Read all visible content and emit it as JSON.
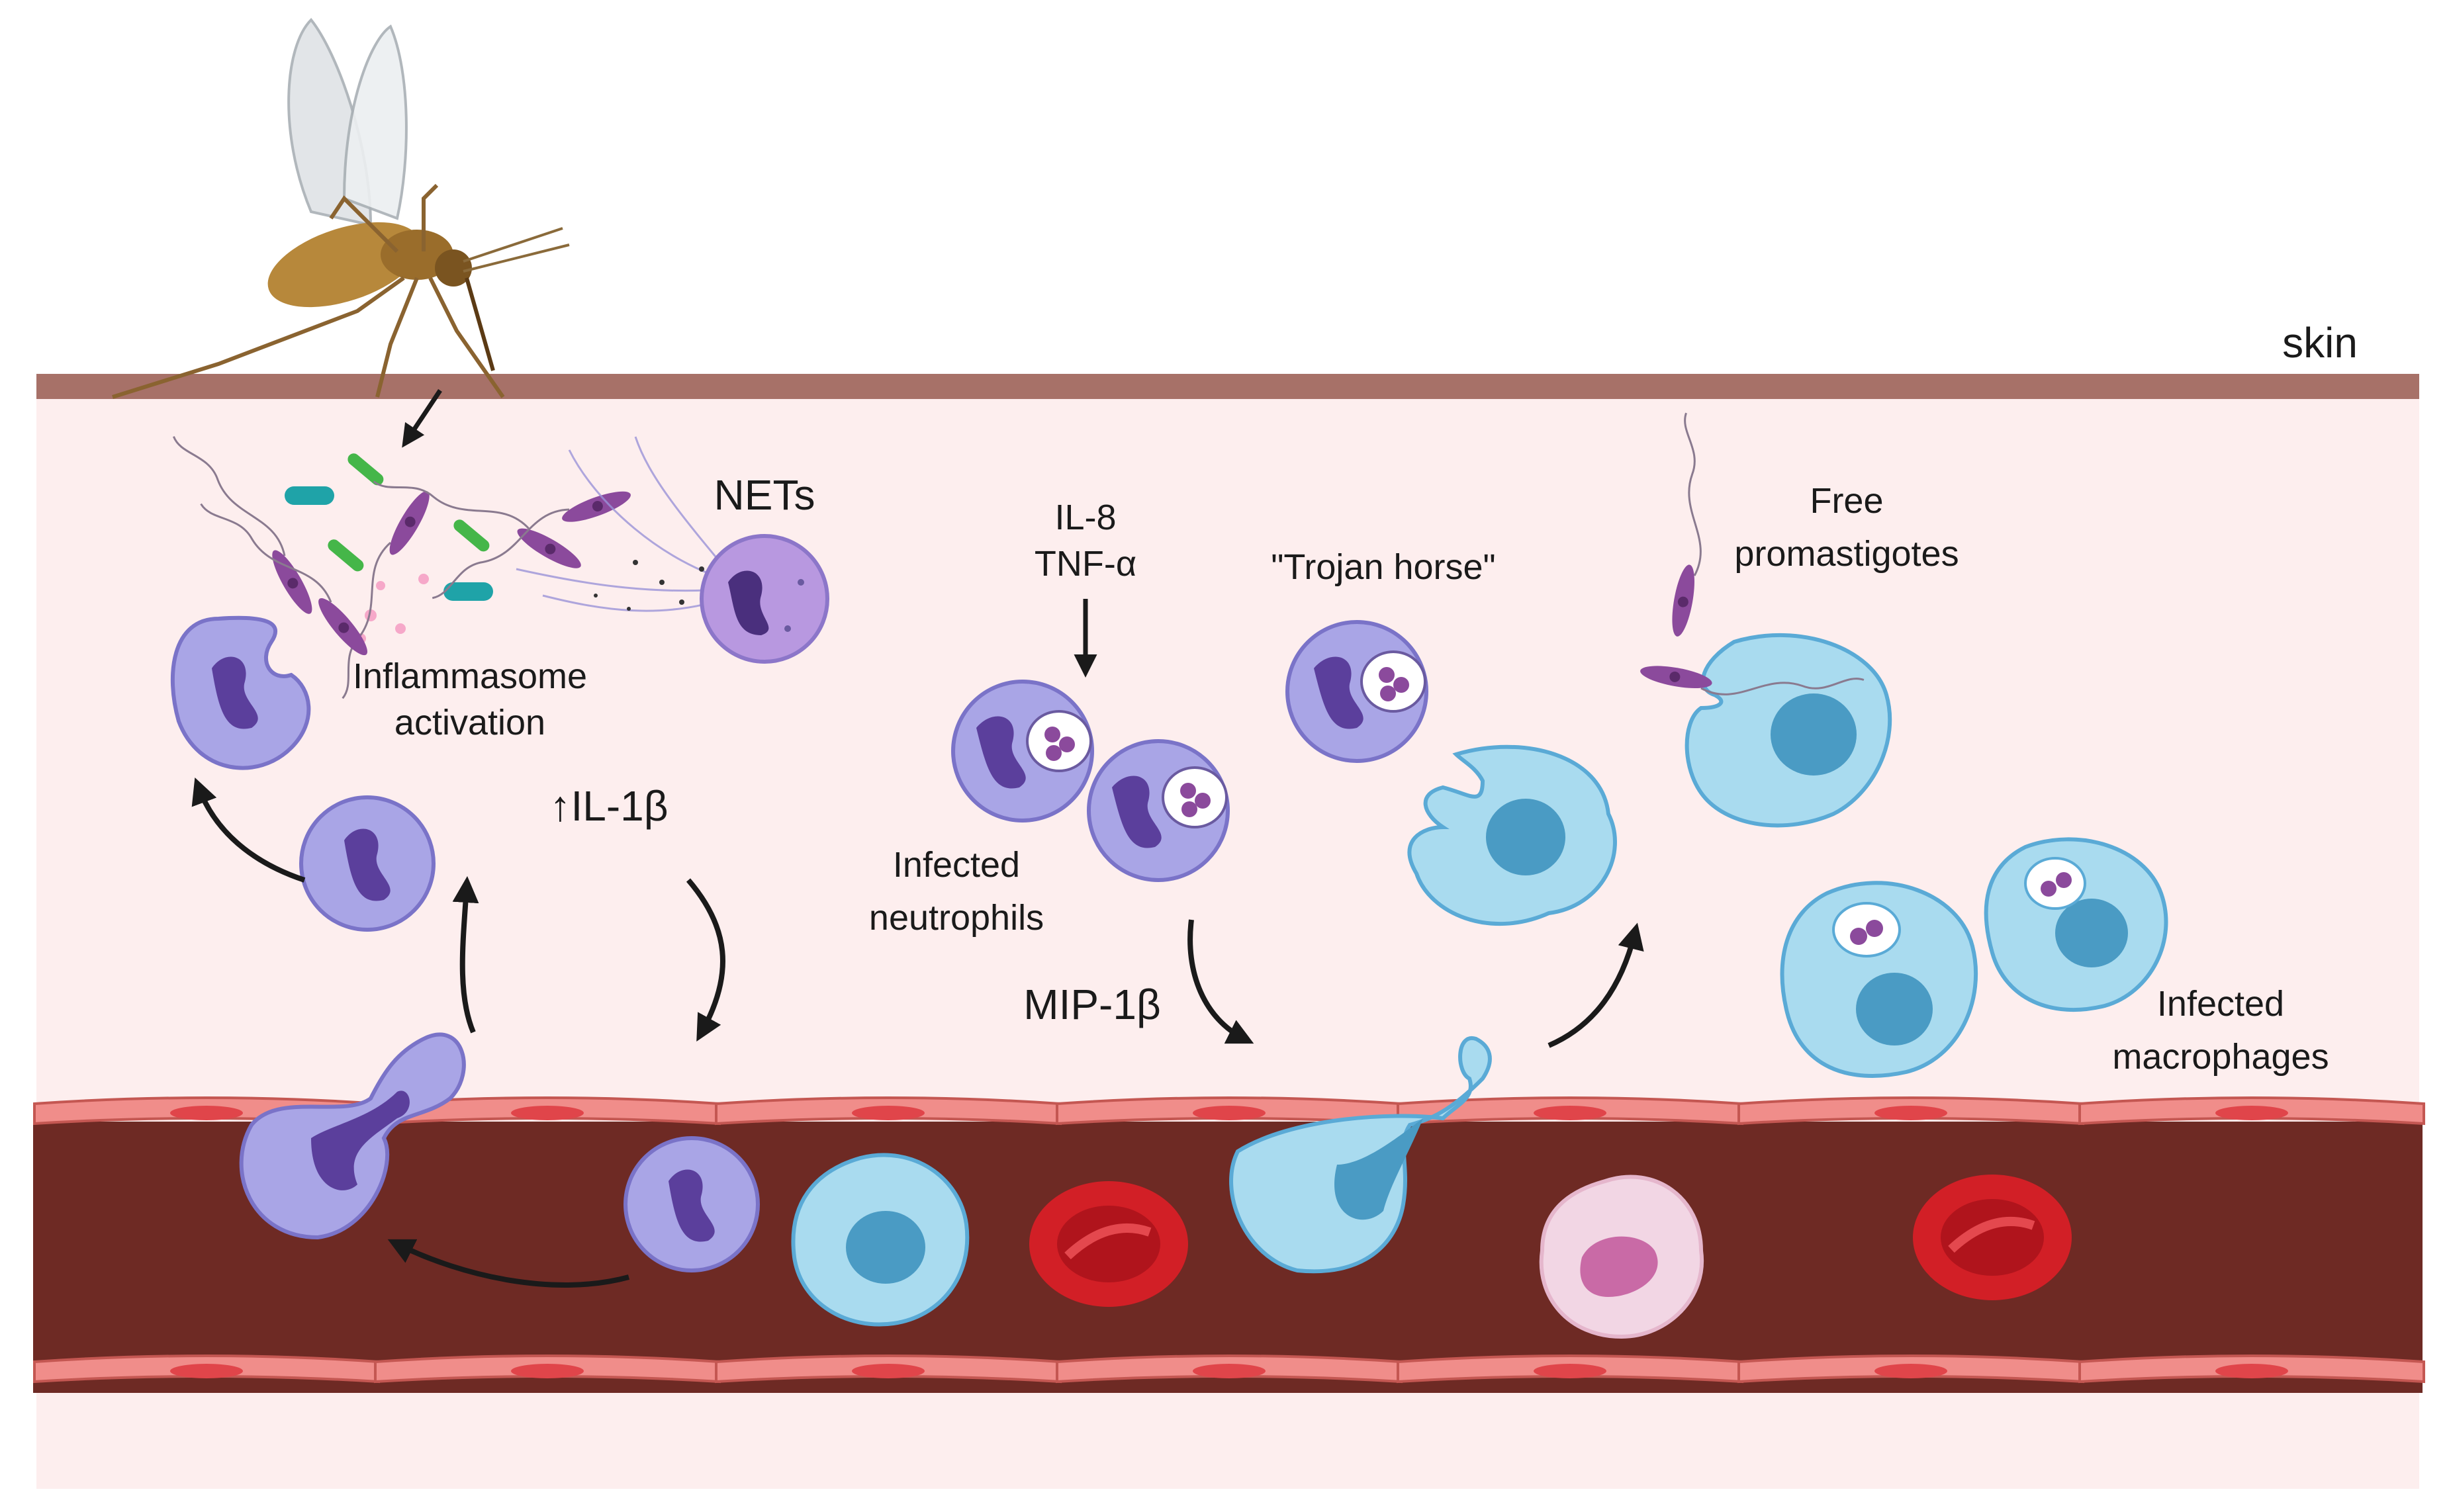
{
  "labels": {
    "skin": "skin",
    "nets": "NETs",
    "inflammasome_line1": "Inflammasome",
    "inflammasome_line2": "activation",
    "il1b": "↑IL-1β",
    "il8": "IL-8",
    "tnfa": "TNF-α",
    "infected_neutrophils_line1": "Infected",
    "infected_neutrophils_line2": "neutrophils",
    "mip1b": "MIP-1β",
    "trojan_horse": "\"Trojan horse\"",
    "free_promastigotes_line1": "Free",
    "free_promastigotes_line2": "promastigotes",
    "infected_macrophages_line1": "Infected",
    "infected_macrophages_line2": "macrophages"
  },
  "colors": {
    "skin_band": "#a77168",
    "dermis": "#fdeeee",
    "vessel_lumen": "#6e2a24",
    "endothelium": "#f08d8a",
    "neutrophil": "#a9a5e6",
    "neutrophil_nucleus": "#5b3f9c",
    "macrophage": "#a9dbef",
    "macrophage_nucleus": "#4a9bc4",
    "red_blood_cell": "#d21f26",
    "parasite": "#8b4a9c",
    "bacteria_teal": "#1fa3a8",
    "bacteria_green": "#45b649",
    "mosquito": "#b7883b"
  }
}
